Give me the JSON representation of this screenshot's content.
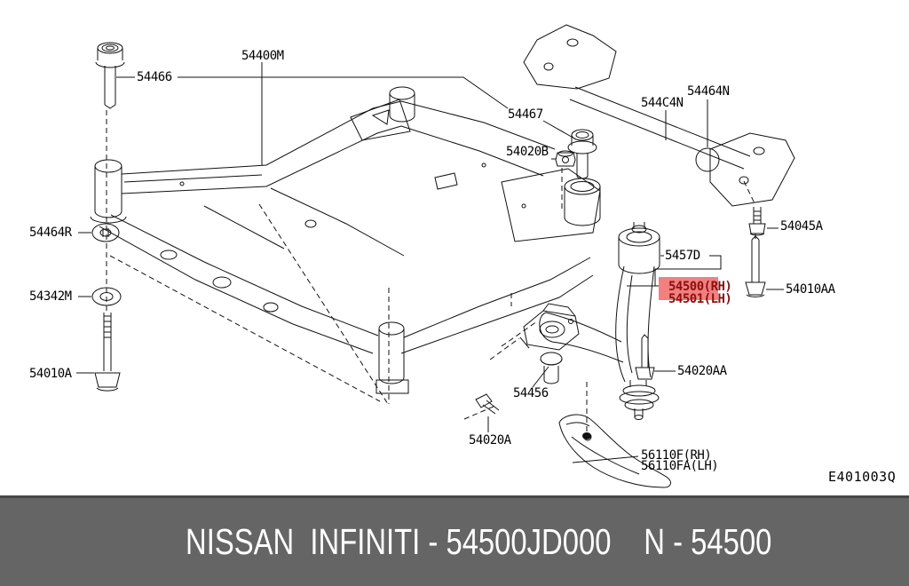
{
  "diagram": {
    "title_hint": "front suspension member / transverse link parts diagram",
    "ref_code": "E401003Q",
    "highlight_color": "#f28080",
    "highlight_text_color": "#8b1010",
    "labels": {
      "p54466": "54466",
      "p54400M": "54400M",
      "p54467": "54467",
      "p54020B": "54020B",
      "p544C4N": "544C4N",
      "p54464N": "54464N",
      "p54464R": "54464R",
      "p54342M": "54342M",
      "p54010A": "54010A",
      "p54045A": "54045A",
      "p54010AA": "54010AA",
      "p5457D": "5457D",
      "p54500": "54500(RH)",
      "p54501": "54501(LH)",
      "p54020AA": "54020AA",
      "p54456": "54456",
      "p54020A": "54020A",
      "p56110F": "56110F(RH)",
      "p56110FA": "56110FA(LH)"
    }
  },
  "banner": {
    "left_text": "NISSAN  INFINITI - 54500JD000",
    "right_text": "N - 54500",
    "background": "#656565",
    "text_color": "#ffffff"
  }
}
